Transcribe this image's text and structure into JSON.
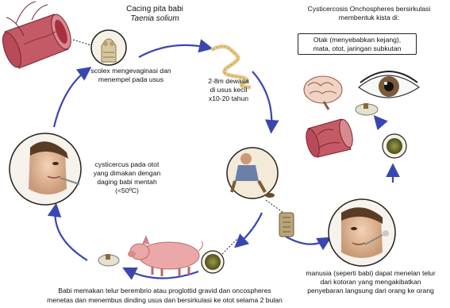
{
  "title": {
    "main": "Cacing pita babi",
    "species": "Taenia solium"
  },
  "stages": {
    "scolex": {
      "line1": "scolex mengevaginasi dan",
      "line2": "menempel pada usus"
    },
    "adult": {
      "line1": "2-8m dewasa",
      "line2": "di usus kecil",
      "line3": "x10-20 tahun"
    },
    "cysticercosis": {
      "line1": "Cysticercosis Onchospheres bersirkulasi",
      "line2": "membentuk kista di:",
      "box_line1": "Otak (menyebabkan kejang),",
      "box_line2": "mata, otot, jaringan subkutan"
    },
    "cysticercus": {
      "line1": "cysticercus pada otot",
      "line2": "yang dimakan dengan",
      "line3": "daging babi mentah",
      "line4": "(<50ºC)"
    },
    "human": {
      "line1": "manusia (seperti babi) dapat menelan telur",
      "line2": "dari kotoran yang mengakibatkan",
      "line3": "penyebaran langsung dari orang ke orang"
    },
    "pig": {
      "line1": "Babi memakan telur berembrio atau proglottid gravid dan oncospheres",
      "line2": "menetas dan menembus dinding usus dan bersirkulasi ke otot selama 2 bulan"
    }
  },
  "colors": {
    "arrow": "#3a46b0",
    "tissue": "#b23a4a",
    "pig": "#e9a9a9",
    "egg": "#6b6a2e",
    "skin": "#e8c2a0"
  }
}
